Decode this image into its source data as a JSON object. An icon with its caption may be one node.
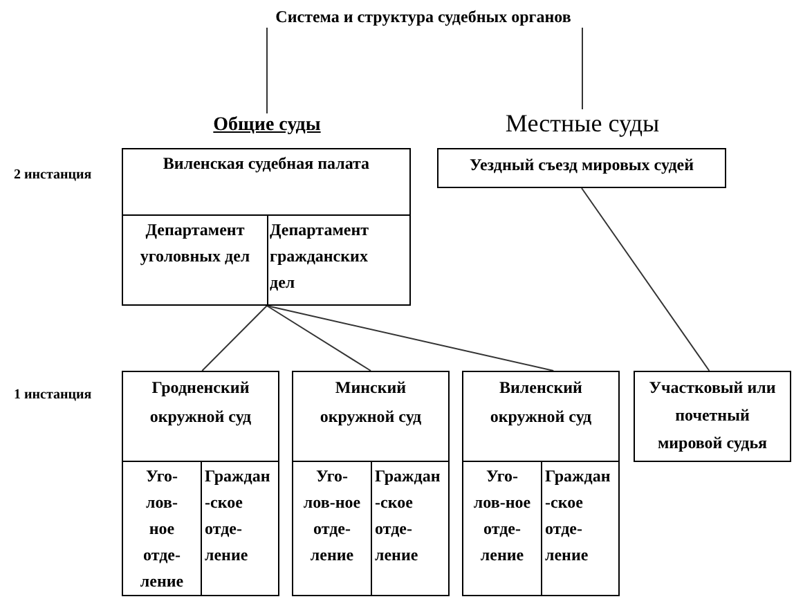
{
  "diagram": {
    "nodes": [
      {
        "text": [
          "Система и структура судебных органов"
        ]
      },
      {
        "text": [
          "Общие суды"
        ]
      },
      {
        "text": [
          "Местные суды"
        ]
      },
      {
        "text": [
          "Виленская судебная палата"
        ]
      },
      {
        "text": [
          "Департамент уголовных дел"
        ],
        "in": 3
      },
      {
        "text": [
          "Департамент гражданских дел"
        ],
        "in": 3
      },
      {
        "text": [
          "Уездный съезд мировых судей"
        ]
      },
      {
        "text": [
          "Гродненский окружной суд"
        ]
      },
      {
        "text": [
          "Уго- лов- ное отде- ление"
        ],
        "in": 7
      },
      {
        "text": [
          "Граждан -ское отде- ление"
        ],
        "in": 7
      },
      {
        "text": [
          "Минский окружной суд"
        ]
      },
      {
        "text": [
          "Уго- лов-ное отде- ление"
        ],
        "in": 10
      },
      {
        "text": [
          "Граждан -ское отде- ление"
        ],
        "in": 10
      },
      {
        "text": [
          "Виленский окружной суд"
        ]
      },
      {
        "text": [
          "Уго- лов-ное отде- ление"
        ],
        "in": 13
      },
      {
        "text": [
          "Граждан -ское отде- ление"
        ],
        "in": 13
      },
      {
        "text": [
          "Участковый или почетный мировой судья"
        ]
      }
    ],
    "edges": [
      {
        "from": 0,
        "to": 1,
        "arrow": "none"
      },
      {
        "from": 0,
        "to": 2,
        "arrow": "none"
      },
      {
        "from": 3,
        "to": 7,
        "arrow": "none"
      },
      {
        "from": 3,
        "to": 10,
        "arrow": "none"
      },
      {
        "from": 3,
        "to": 13,
        "arrow": "none"
      },
      {
        "from": 6,
        "to": 16,
        "arrow": "none"
      }
    ],
    "labels": [
      "2 инстанция",
      "1 инстанция"
    ]
  }
}
